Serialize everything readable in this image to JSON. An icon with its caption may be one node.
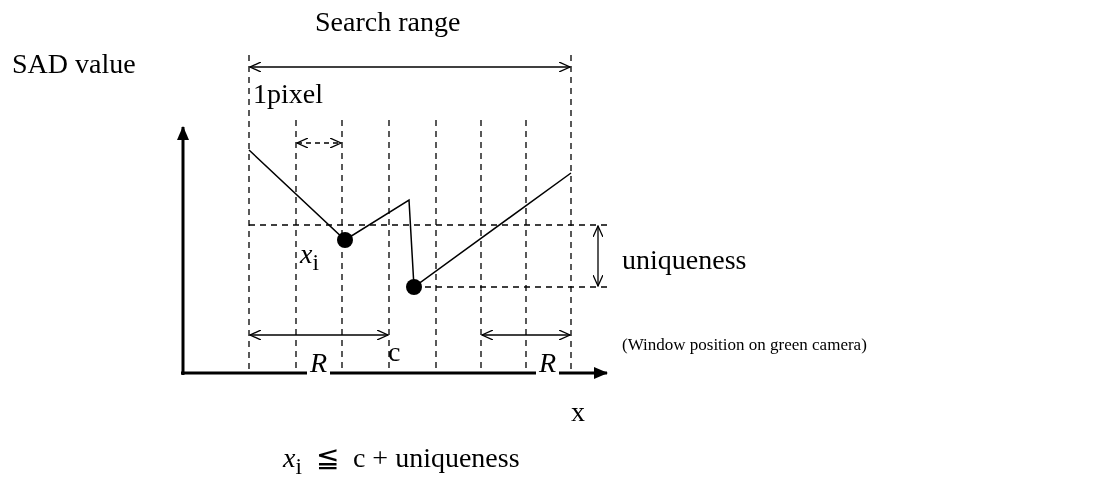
{
  "diagram": {
    "labels": [
      "Search range",
      "SAD value",
      "1pixel",
      "*x*$_{i}$",
      "uniqueness",
      "(Window position on green camera)",
      "c",
      "R",
      "R",
      "x",
      "*x*$_{i}$  ≦  c + uniqueness"
    ]
  }
}
